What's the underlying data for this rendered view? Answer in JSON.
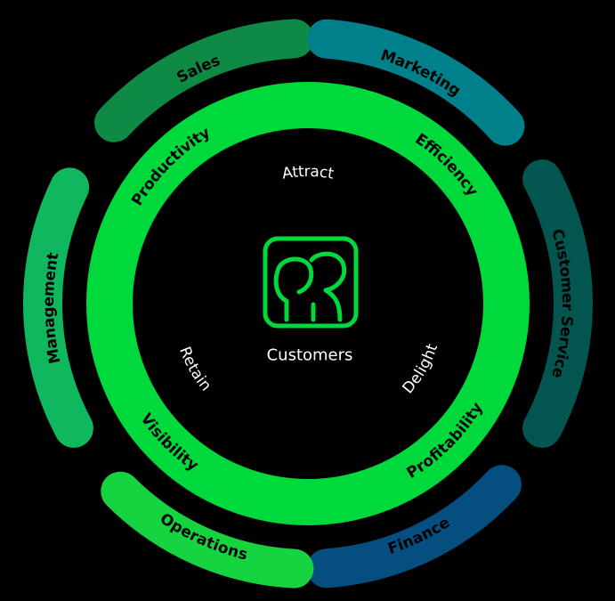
{
  "outer_ring": [
    {
      "label": "Sales",
      "color": "#0e8a45"
    },
    {
      "label": "Marketing",
      "color": "#00808a"
    },
    {
      "label": "Customer Service",
      "color": "#03564f"
    },
    {
      "label": "Finance",
      "color": "#044f80"
    },
    {
      "label": "Operations",
      "color": "#16d440"
    },
    {
      "label": "Management",
      "color": "#0fb85e"
    }
  ],
  "middle_ring": {
    "color": "#00d93b",
    "labels": [
      "Productivity",
      "Efficiency",
      "Profitability",
      "Visibility"
    ]
  },
  "inner": {
    "labels": [
      "Attract",
      "Delight",
      "Retain"
    ],
    "center_label": "Customers",
    "center_icon": "customers-icon",
    "accent": "#00d93b"
  }
}
